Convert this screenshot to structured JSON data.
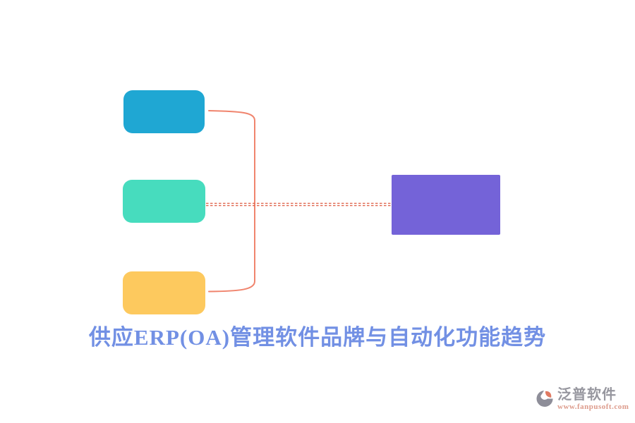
{
  "page": {
    "background": "#ffffff"
  },
  "title": {
    "text": "供应ERP(OA)管理软件品牌与自动化功能趋势",
    "color": "#7290e4"
  },
  "diagram": {
    "nodes": [
      {
        "id": "branch-top",
        "color": "#1fa7d3",
        "shape": "rounded-rect"
      },
      {
        "id": "branch-middle",
        "color": "#47dcbe",
        "shape": "rounded-rect"
      },
      {
        "id": "branch-bottom",
        "color": "#fdc95e",
        "shape": "rounded-rect"
      },
      {
        "id": "target-right",
        "color": "#7463d8",
        "shape": "rect"
      }
    ],
    "connector_color": "#f0846d",
    "dotted_color": "#e0664e"
  },
  "watermark": {
    "brand": "泛普软件",
    "url": "www.fanpusoft.com",
    "brand_color": "#97979f",
    "url_color": "#dd9b8b",
    "icon_gray": "#8e8e99",
    "icon_red": "#e07a62"
  }
}
